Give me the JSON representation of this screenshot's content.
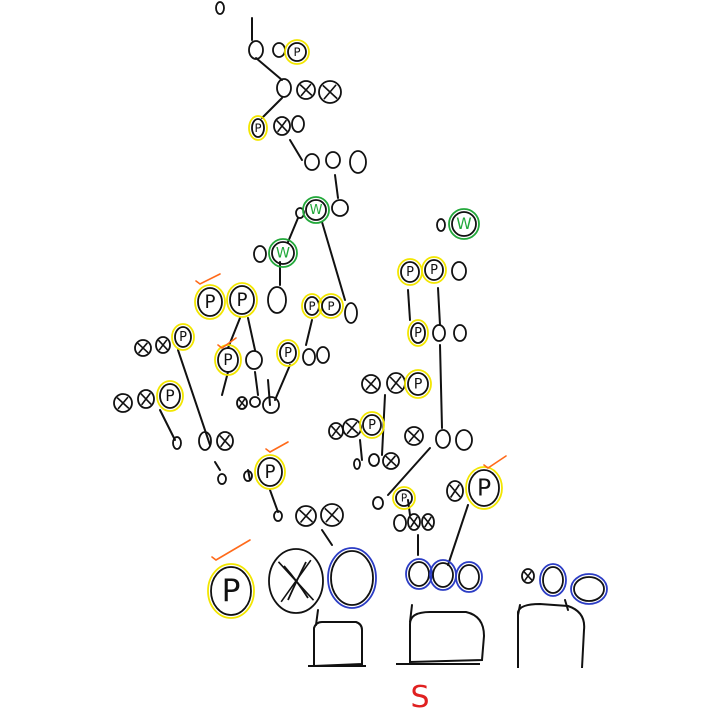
{
  "labels": {
    "p": "P",
    "x": "X",
    "w": "W",
    "s": "S"
  },
  "colors": {
    "ink": "#111111",
    "yellow": "#f2e600",
    "green": "#22a83a",
    "blue": "#2b3cc4",
    "orange": "#ff6a1a",
    "red": "#e02020"
  },
  "legend_semantics": {
    "yellow_circle": "P marked node",
    "green_circle": "W marked node",
    "blue_circle": "root-level node",
    "orange_tick": "check mark"
  }
}
